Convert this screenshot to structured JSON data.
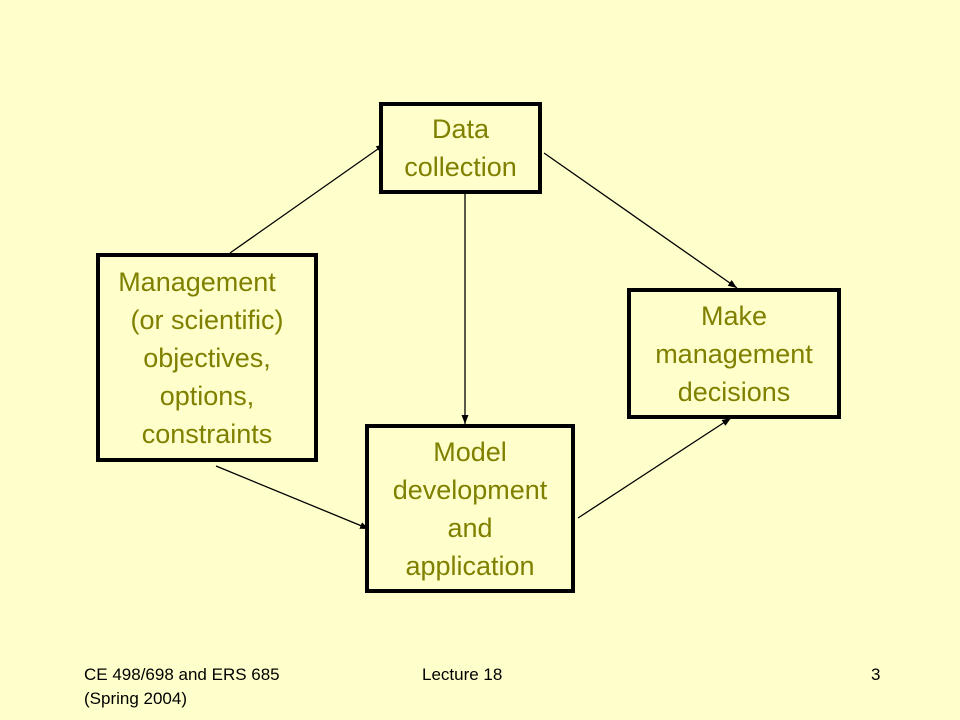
{
  "diagram": {
    "nodes": {
      "data_collection": [
        "Data",
        "collection"
      ],
      "objectives": [
        "Management",
        "(or scientific)",
        "objectives,",
        "options,",
        "constraints"
      ],
      "decisions": [
        "Make",
        "management",
        "decisions"
      ],
      "model": [
        "Model",
        "development",
        "and",
        "application"
      ]
    }
  },
  "footer": {
    "course": "CE 498/698 and ERS 685\n(Spring 2004)",
    "lecture": "Lecture 18",
    "page": "3"
  },
  "colors": {
    "background": "#FFFFCC",
    "node_text": "#808000",
    "border": "#000000"
  }
}
